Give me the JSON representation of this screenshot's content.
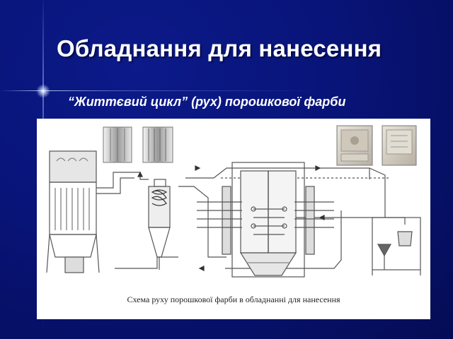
{
  "slide": {
    "title": "Обладнання для нанесення",
    "subtitle": "“Життєвий цикл” (рух) порошкової фарби"
  },
  "figure": {
    "caption": "Схема руху порошкової фарби в обладнанні для нанесення"
  },
  "colors": {
    "background": "#081478",
    "text": "#ffffff",
    "figure_bg": "#ffffff",
    "line": "#555555"
  }
}
